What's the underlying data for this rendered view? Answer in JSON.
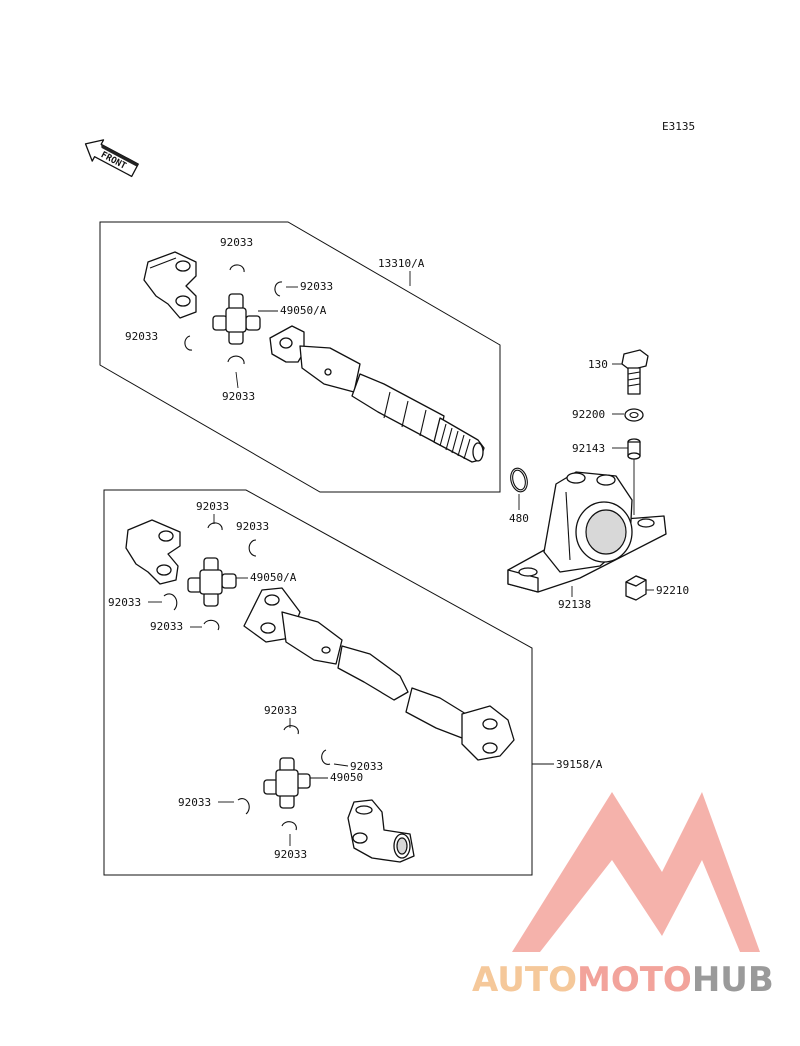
{
  "diagram": {
    "ref_code": "E3135",
    "front_label": "FRONT",
    "callouts": {
      "c_13310A": "13310/A",
      "c_92033_a1": "92033",
      "c_92033_a2": "92033",
      "c_92033_a3": "92033",
      "c_92033_a4": "92033",
      "c_49050A_1": "49050/A",
      "c_130": "130",
      "c_92200": "92200",
      "c_92143": "92143",
      "c_480": "480",
      "c_92138": "92138",
      "c_92210": "92210",
      "c_92033_b1": "92033",
      "c_92033_b2": "92033",
      "c_92033_b3": "92033",
      "c_92033_b4": "92033",
      "c_49050A_2": "49050/A",
      "c_39158A": "39158/A",
      "c_92033_c1": "92033",
      "c_92033_c2": "92033",
      "c_92033_c3": "92033",
      "c_92033_c4": "92033",
      "c_49050": "49050"
    }
  },
  "watermark": {
    "brand_part1": "AUTO",
    "brand_part2": "MOTO",
    "brand_part3": "HUB",
    "colors": {
      "auto": "#f5c89a",
      "moto": "#f2a39b",
      "hub": "#9a9a9a",
      "logo": "#f4a59d"
    }
  }
}
